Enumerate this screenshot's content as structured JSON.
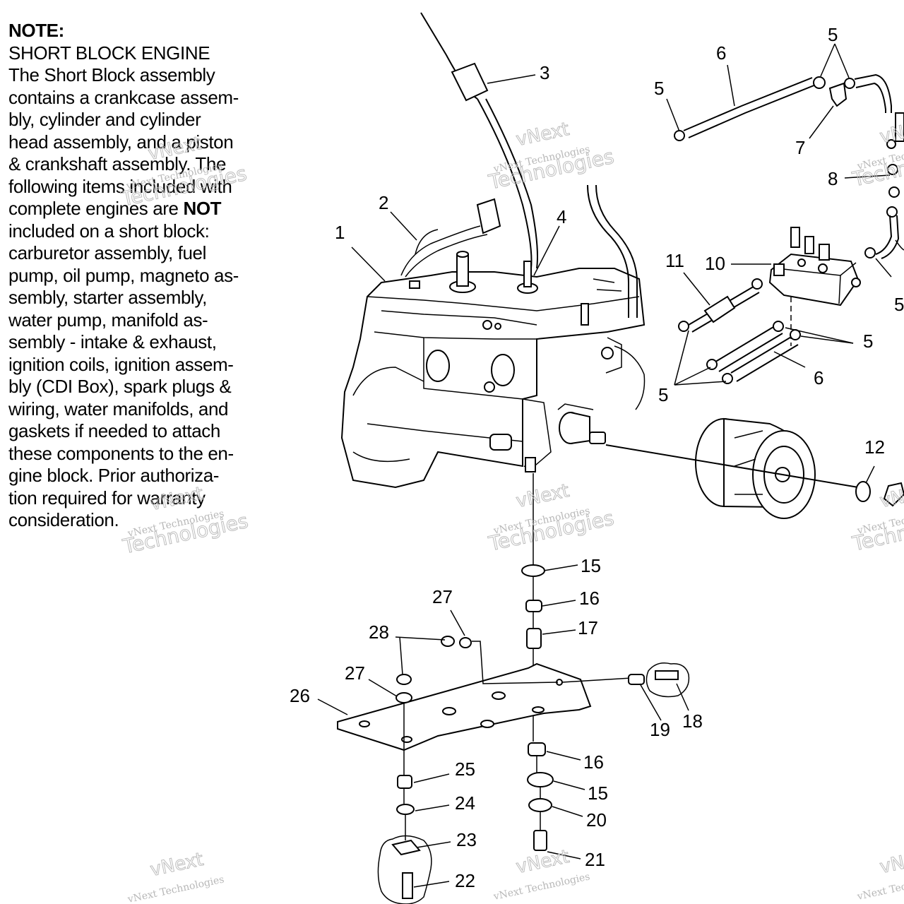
{
  "note": {
    "heading": "NOTE:",
    "subheading": "SHORT BLOCK ENGINE",
    "lines": [
      "The Short Block assembly",
      "contains a crankcase assem-",
      "bly, cylinder and cylinder",
      "head assembly, and a piston",
      "& crankshaft assembly.  The",
      "following items included with"
    ],
    "line_not_before": "complete engines are ",
    "line_not_bold": "NOT",
    "lines_after": [
      "included on a short block:",
      "carburetor assembly, fuel",
      "pump, oil pump, magneto as-",
      "sembly, starter assembly,",
      "water pump, manifold as-",
      "sembly - intake & exhaust,",
      "ignition coils, ignition assem-",
      "bly (CDI Box), spark plugs &",
      "wiring, water manifolds, and",
      "gaskets if needed to attach",
      "these components to the en-",
      "gine block.  Prior authoriza-",
      "tion required for warranty",
      "consideration."
    ]
  },
  "callouts": {
    "c1": "1",
    "c2": "2",
    "c3": "3",
    "c4": "4",
    "c5a": "5",
    "c5b": "5",
    "c5c": "5",
    "c5d": "5",
    "c5e": "5",
    "c6a": "6",
    "c6b": "6",
    "c7": "7",
    "c8": "8",
    "c10": "10",
    "c11": "11",
    "c12": "12",
    "c15a": "15",
    "c15b": "15",
    "c16a": "16",
    "c16b": "16",
    "c17": "17",
    "c18": "18",
    "c19": "19",
    "c20": "20",
    "c21": "21",
    "c22": "22",
    "c23": "23",
    "c24": "24",
    "c25": "25",
    "c26": "26",
    "c27a": "27",
    "c27b": "27",
    "c28": "28"
  },
  "watermark": {
    "brand": "vNext",
    "company": "vNext Technologies",
    "word": "Technologies"
  }
}
